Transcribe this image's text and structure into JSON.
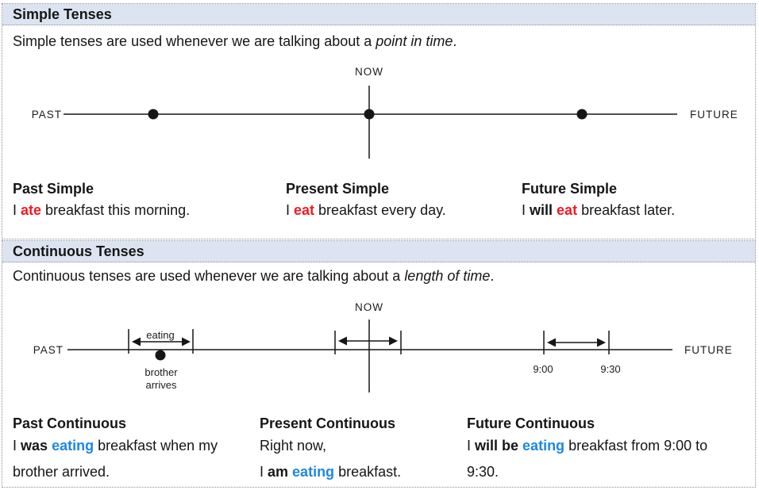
{
  "colors": {
    "header_bg": "#dce4f2",
    "verb_red": "#ee1c25",
    "verb_blue": "#1c87e8",
    "text": "#161616",
    "border_dotted": "#8f8f8f"
  },
  "simple": {
    "header": "Simple Tenses",
    "intro": {
      "prefix": "Simple tenses are used whenever we are talking about a ",
      "italic": "point in time",
      "suffix": "."
    },
    "timeline": {
      "now": "NOW",
      "past": "PAST",
      "future": "FUTURE"
    },
    "columns": [
      {
        "heading": "Past Simple",
        "line1": [
          "I ",
          "ate",
          " breakfast this morning."
        ]
      },
      {
        "heading": "Present Simple",
        "line1": [
          "I ",
          "eat",
          " breakfast every day."
        ]
      },
      {
        "heading": "Future Simple",
        "line1": [
          "I ",
          "will",
          " ",
          "eat",
          " breakfast later."
        ]
      }
    ]
  },
  "continuous": {
    "header": "Continuous Tenses",
    "intro": {
      "prefix": "Continuous tenses are used whenever we are talking about a ",
      "italic": "length of time",
      "suffix": "."
    },
    "timeline": {
      "now": "NOW",
      "past": "PAST",
      "future": "FUTURE",
      "past_interval_label": "eating",
      "past_event_line1": "brother",
      "past_event_line2": "arrives",
      "future_start": "9:00",
      "future_end": "9:30"
    },
    "columns": [
      {
        "heading": "Past Continuous",
        "line1": [
          "I ",
          "was",
          " ",
          "eating",
          " breakfast when my"
        ],
        "line2": [
          "brother arrived."
        ]
      },
      {
        "heading": "Present Continuous",
        "line1": [
          "Right now,"
        ],
        "line2": [
          "I ",
          "am",
          " ",
          "eating",
          " breakfast."
        ]
      },
      {
        "heading": "Future Continuous",
        "line1": [
          "I ",
          "will be",
          " ",
          "eating",
          " breakfast from 9:00 to"
        ],
        "line2": [
          "9:30."
        ]
      }
    ]
  }
}
